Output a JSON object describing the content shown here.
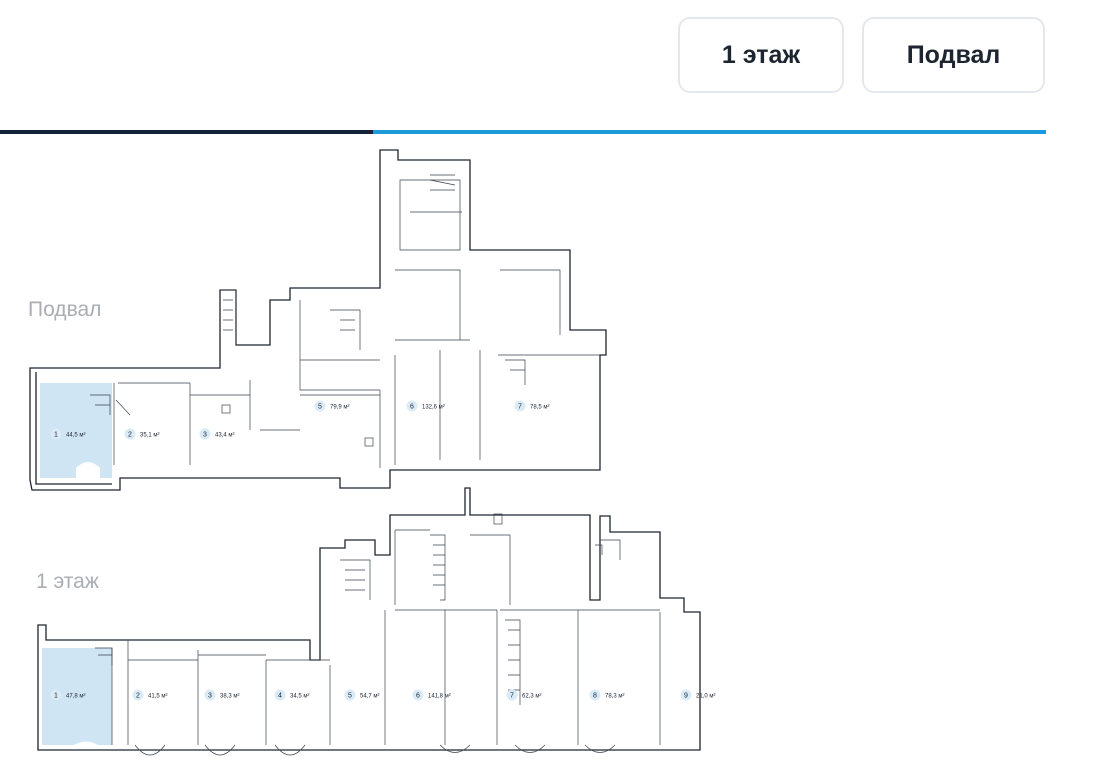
{
  "floor_tabs": [
    {
      "label": "1 этаж",
      "active": false
    },
    {
      "label": "Подвал",
      "active": true
    }
  ],
  "progress": {
    "fraction": 0.357
  },
  "colors": {
    "accent": "#1e9ad6",
    "dark": "#15233a",
    "highlight": "#cfe5f3",
    "badge": "#d8ebf7"
  },
  "plans": {
    "basement": {
      "label": "Подвал",
      "rooms": [
        {
          "num": "1",
          "area": "44,5 м²"
        },
        {
          "num": "2",
          "area": "35,1 м²"
        },
        {
          "num": "3",
          "area": "43,4 м²"
        },
        {
          "num": "5",
          "area": "79,9 м²"
        },
        {
          "num": "6",
          "area": "132,6 м²"
        },
        {
          "num": "7",
          "area": "78,5 м²"
        }
      ]
    },
    "first": {
      "label": "1 этаж",
      "rooms": [
        {
          "num": "1",
          "area": "47,8 м²"
        },
        {
          "num": "2",
          "area": "41,5 м²"
        },
        {
          "num": "3",
          "area": "38,3 м²"
        },
        {
          "num": "4",
          "area": "34,5 м²"
        },
        {
          "num": "5",
          "area": "54,7 м²"
        },
        {
          "num": "6",
          "area": "141,8 м²"
        },
        {
          "num": "7",
          "area": "62,3 м²"
        },
        {
          "num": "8",
          "area": "78,3 м²"
        },
        {
          "num": "9",
          "area": "21,0 м²"
        }
      ]
    }
  }
}
